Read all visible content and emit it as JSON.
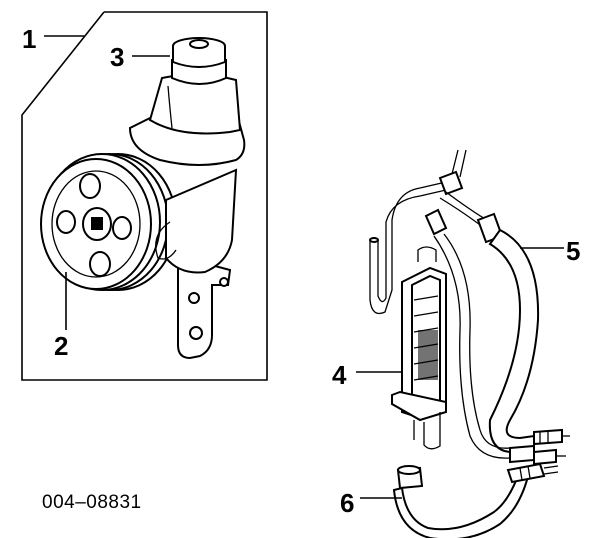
{
  "diagram": {
    "callouts": [
      {
        "id": "1",
        "label": "1"
      },
      {
        "id": "2",
        "label": "2"
      },
      {
        "id": "3",
        "label": "3"
      },
      {
        "id": "4",
        "label": "4"
      },
      {
        "id": "5",
        "label": "5"
      },
      {
        "id": "6",
        "label": "6"
      }
    ],
    "figure_code": "004–08831"
  }
}
